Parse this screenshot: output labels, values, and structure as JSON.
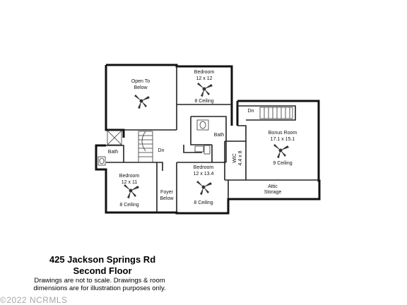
{
  "rooms": {
    "open_to_below": [
      "Open To",
      "Below"
    ],
    "bedroom_top": [
      "Bedroom",
      "12 x 12",
      "8 Ceiling"
    ],
    "bonus_room": [
      "Dn",
      "Bonus Room",
      "17.1 x 15.1",
      "9 Ceiling"
    ],
    "bath_left": "Bath",
    "dn_stair": "Dn",
    "bath_center": "Bath",
    "wic": [
      "WIC",
      "4.4 x 8"
    ],
    "bedroom_left": [
      "Bedroom",
      "12 x 11",
      "8 Ceiling"
    ],
    "bedroom_center": [
      "Bedroom",
      "12 x 13.4",
      "8 Ceiling"
    ],
    "foyer": [
      "Foyer",
      "Below"
    ],
    "attic": [
      "Attic",
      "Storage"
    ]
  },
  "caption": {
    "address": "425 Jackson Springs Rd",
    "floor": "Second Floor",
    "disclaimer_line1": "Drawings are not to scale. Drawings & room",
    "disclaimer_line2": "dimensions are for illustration purposes only."
  },
  "watermark": "©2022 NCRMLS",
  "colors": {
    "wall": "#111111",
    "line": "#333333",
    "watermark": "#a8a8a8"
  }
}
